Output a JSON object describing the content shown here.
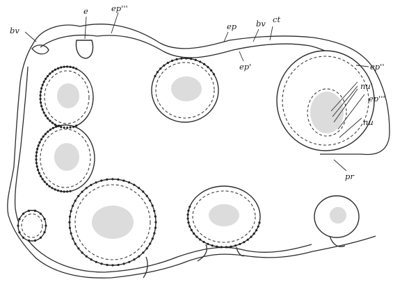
{
  "labels": {
    "bv_left": "bv",
    "e": "e",
    "ep_top": "ep'''",
    "ep": "ep",
    "bv_right": "bv",
    "ct": "ct",
    "ep_prime": "ep'",
    "ep_double": "ep''",
    "nu_prime": "nu'",
    "ep_triple": "ep'''",
    "nu": "nu",
    "pr": "pr"
  }
}
